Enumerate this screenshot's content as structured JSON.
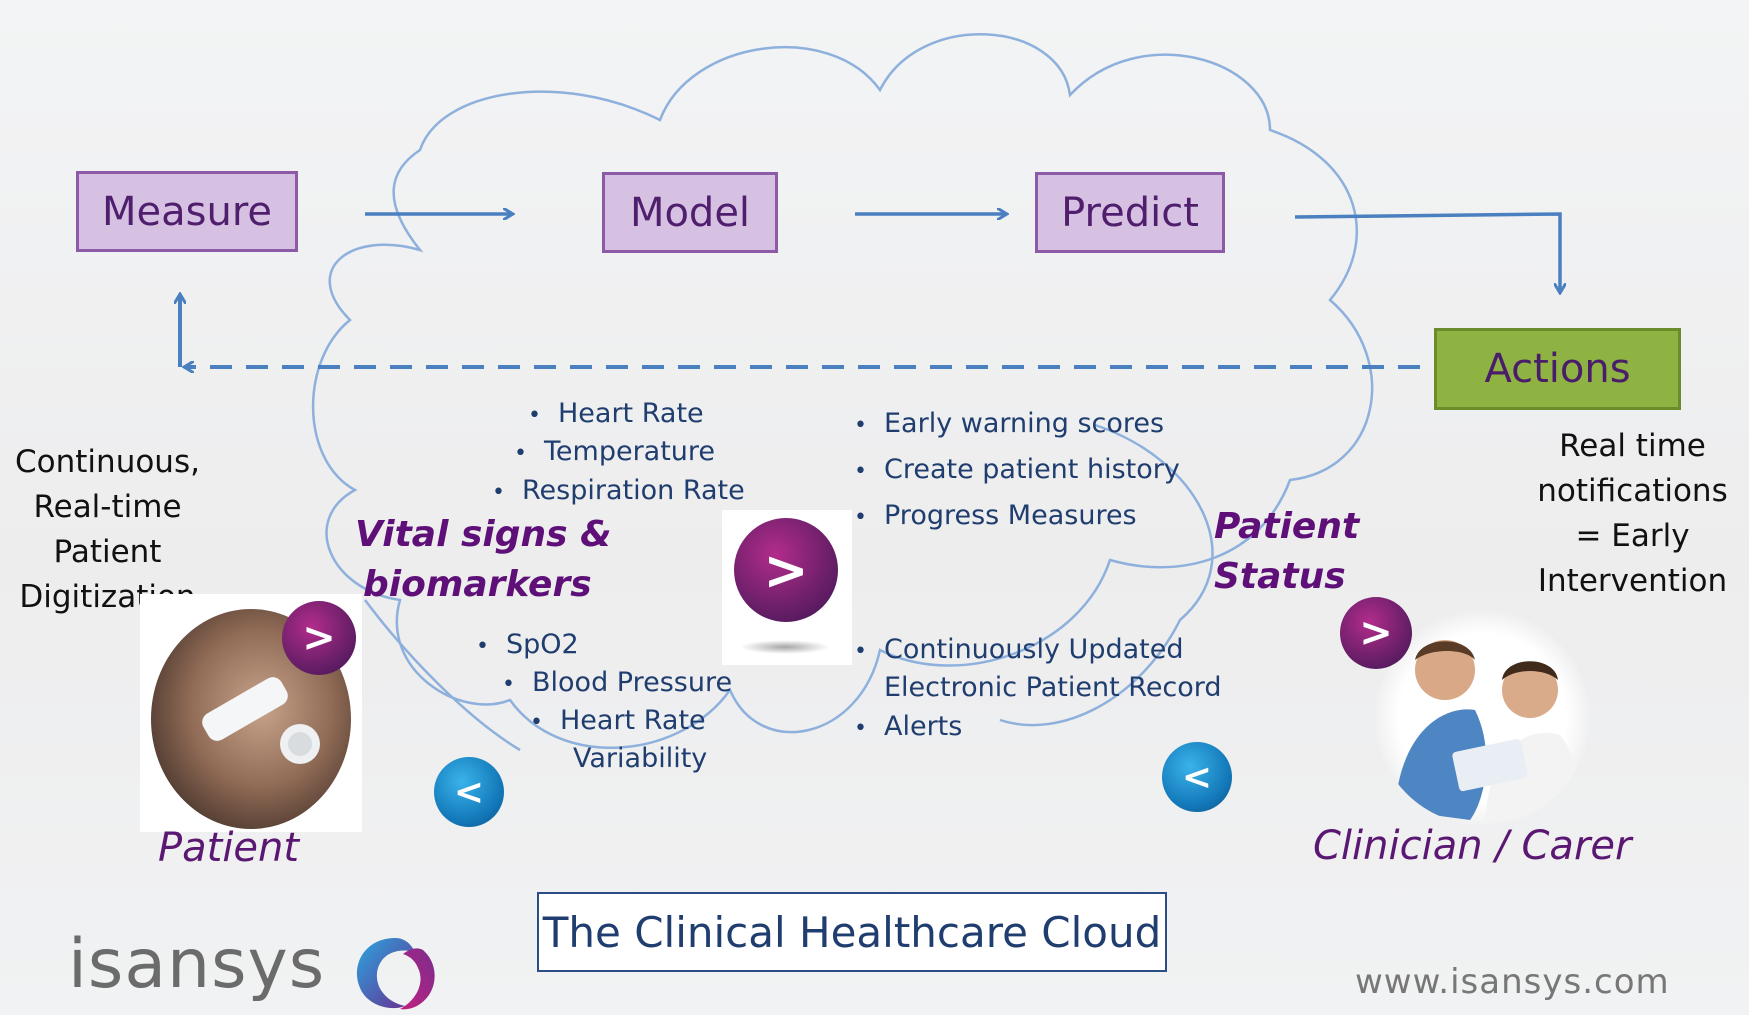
{
  "stages": {
    "measure": "Measure",
    "model": "Model",
    "predict": "Predict",
    "actions": "Actions"
  },
  "left_text": [
    "Continuous,",
    "Real-time",
    "Patient",
    "Digitization"
  ],
  "right_text": [
    "Real time",
    "notifications",
    "= Early",
    "Intervention"
  ],
  "vitals_top": [
    "Heart Rate",
    "Temperature",
    "Respiration Rate"
  ],
  "vitals_bottom": [
    "SpO2",
    "Blood Pressure",
    "Heart Rate",
    "Variability"
  ],
  "status_top": [
    "Early warning scores",
    "Create patient history",
    "Progress Measures"
  ],
  "status_bottom": [
    "Continuously Updated",
    "Electronic Patient Record",
    "Alerts"
  ],
  "labels": {
    "vital_signs": [
      "Vital signs &",
      "biomarkers"
    ],
    "patient_status": [
      "Patient",
      "Status"
    ],
    "patient": "Patient",
    "clinician": "Clinician / Carer"
  },
  "badges": {
    "forward": ">",
    "back": "<"
  },
  "footer": {
    "title": "The Clinical Healthcare Cloud",
    "logo": "isansys",
    "website": "www.isansys.com"
  },
  "colors": {
    "stage_fill": "#d7c1e2",
    "stage_border": "#8c5aa6",
    "actions_fill": "#8fb343",
    "arrow": "#4a7fc0",
    "cloud_stroke": "#8eb0dc"
  }
}
